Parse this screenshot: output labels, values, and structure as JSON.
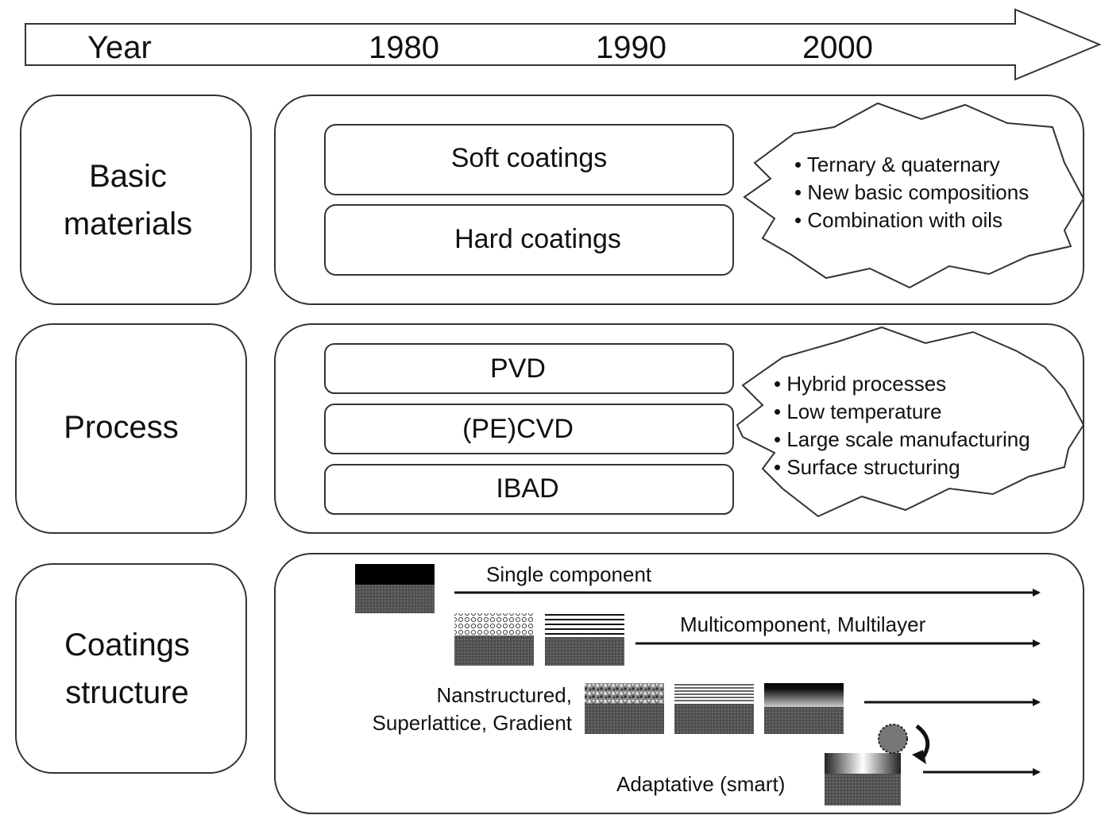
{
  "timeline": {
    "year_label": "Year",
    "years": [
      "1980",
      "1990",
      "2000"
    ]
  },
  "rows": {
    "basic_materials": {
      "label_line1": "Basic",
      "label_line2": "materials",
      "boxes": [
        "Soft coatings",
        "Hard coatings"
      ],
      "bubble": [
        "• Ternary & quaternary",
        "• New basic compositions",
        "• Combination with oils"
      ]
    },
    "process": {
      "label": "Process",
      "boxes": [
        "PVD",
        "(PE)CVD",
        "IBAD"
      ],
      "bubble": [
        "• Hybrid processes",
        "• Low temperature",
        "• Large scale manufacturing",
        "• Surface structuring"
      ]
    },
    "coatings_structure": {
      "label_line1": "Coatings",
      "label_line2": "structure",
      "items": {
        "single": "Single component",
        "multi": "Multicomponent, Multilayer",
        "nano_line1": "Nanstructured,",
        "nano_line2": "Superlattice, Gradient",
        "adaptive": "Adaptative (smart)"
      }
    }
  },
  "colors": {
    "stroke": "#333333",
    "substrate": "#4a4a4a",
    "dark": "#111111"
  }
}
